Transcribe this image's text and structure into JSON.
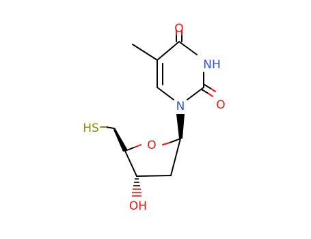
{
  "molecule": {
    "atoms": {
      "o_carbonyl_top": {
        "label": "O",
        "color": "#ff0d0d"
      },
      "nh": {
        "label": "NH",
        "color": "#3050f8"
      },
      "o_carbonyl_right": {
        "label": "O",
        "color": "#ff0d0d"
      },
      "n1": {
        "label": "N",
        "color": "#3050f8"
      },
      "o_ring": {
        "label": "O",
        "color": "#ff0d0d"
      },
      "sh": {
        "label": "HS",
        "color": "#8c8c00"
      },
      "oh": {
        "label": "OH",
        "color": "#ff0d0d"
      }
    },
    "bond_color": "#000000"
  }
}
